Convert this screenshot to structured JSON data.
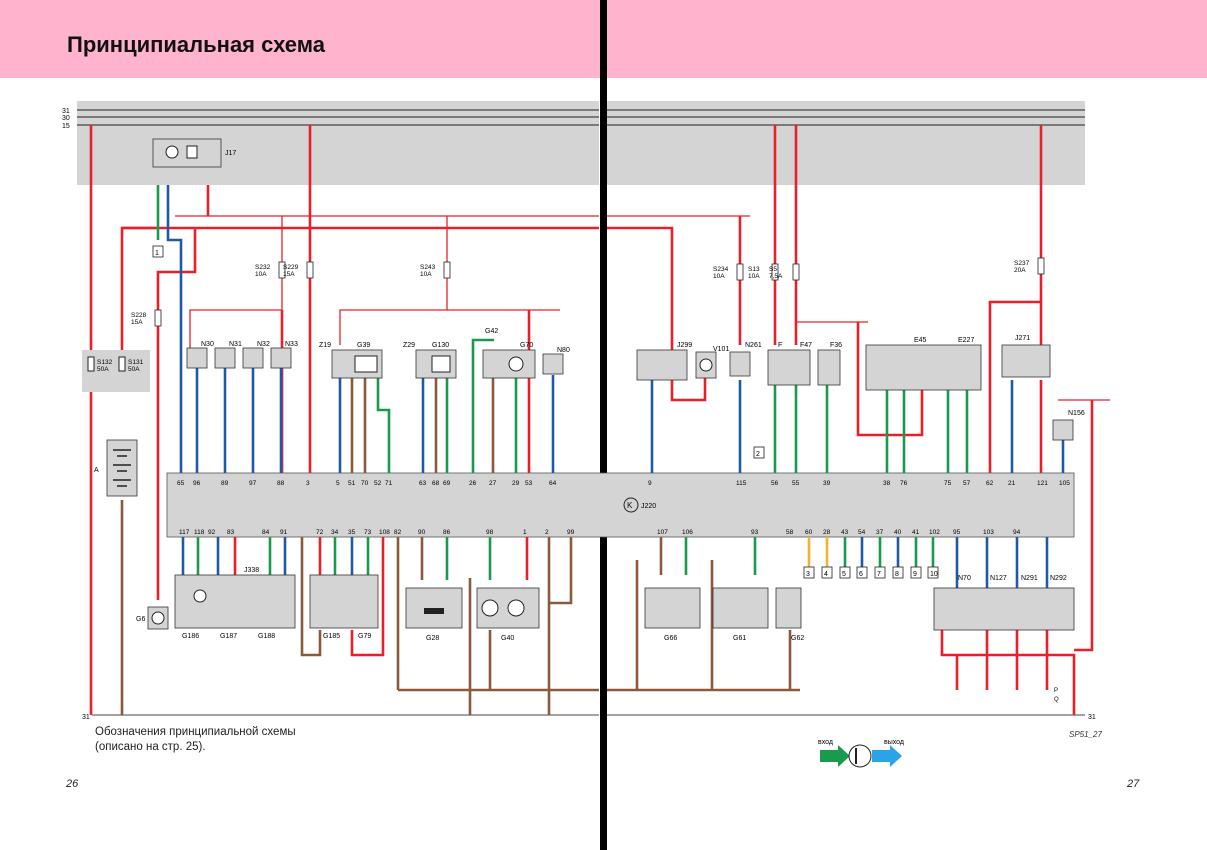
{
  "heading": "Принципиальная схема",
  "caption": "Обозначения принципиальной схемы\n(описано на стр. 25).",
  "page_left": "26",
  "page_right": "27",
  "ref_code": "SP51_27",
  "legend": {
    "in": "вход",
    "out": "выход"
  },
  "bus_labels": [
    "31",
    "30",
    "15"
  ],
  "ground_label": "31",
  "colors": {
    "red": "#e8202a",
    "blue": "#1f5aa6",
    "green": "#199a4c",
    "brown": "#8a5a3b",
    "yellow": "#f2b233",
    "pink": "#ffb3cc",
    "grey": "#d4d4d4"
  },
  "ecu": {
    "name": "J220",
    "top_pins": [
      "65",
      "96",
      "89",
      "97",
      "88",
      "3",
      "5",
      "51",
      "70",
      "52",
      "71",
      "63",
      "68",
      "69",
      "26",
      "27",
      "29",
      "53",
      "64",
      "9",
      "115",
      "56",
      "55",
      "39",
      "38",
      "76",
      "75",
      "57",
      "62",
      "21",
      "121",
      "105"
    ],
    "bottom_pins": [
      "117",
      "118",
      "92",
      "83",
      "84",
      "91",
      "72",
      "34",
      "35",
      "73",
      "108",
      "82",
      "90",
      "86",
      "98",
      "1",
      "2",
      "99",
      "107",
      "106",
      "93",
      "58",
      "60",
      "28",
      "43",
      "54",
      "37",
      "40",
      "41",
      "102",
      "95",
      "103",
      "94"
    ]
  },
  "fuses": [
    {
      "name": "S232",
      "rating": "10A"
    },
    {
      "name": "S229",
      "rating": "15A"
    },
    {
      "name": "S243",
      "rating": "10A"
    },
    {
      "name": "S228",
      "rating": "15A"
    },
    {
      "name": "S234",
      "rating": "10A"
    },
    {
      "name": "S13",
      "rating": "10A"
    },
    {
      "name": "S5",
      "rating": "7,5A"
    },
    {
      "name": "S237",
      "rating": "20A"
    }
  ],
  "main_fuses": [
    {
      "name": "S132",
      "rating": "50A"
    },
    {
      "name": "S131",
      "rating": "50A"
    }
  ],
  "components": {
    "relay_j17": "J17",
    "battery": "A",
    "starter": "G6",
    "injectors": [
      "N30",
      "N31",
      "N32",
      "N33"
    ],
    "lambda1": [
      "Z19",
      "G39"
    ],
    "lambda2": [
      "Z29",
      "G130"
    ],
    "g42": "G42",
    "g70": "G70",
    "n80": "N80",
    "j299": "J299",
    "v101": "V101",
    "n261": "N261",
    "f": "F",
    "f47": "F47",
    "f36": "F36",
    "e45": "E45",
    "e227": "E227",
    "j271": "J271",
    "n156": "N156",
    "throttle": [
      "J338",
      "G186",
      "G187",
      "G188"
    ],
    "pedal": [
      "G185",
      "G79"
    ],
    "g28": "G28",
    "g40": "G40",
    "g66": "G66",
    "g61": "G61",
    "g62": "G62",
    "coils": [
      "N70",
      "N127",
      "N291",
      "N292"
    ],
    "coil_letters": [
      "P",
      "Q"
    ]
  },
  "connectors_boxed": [
    "1",
    "2",
    "3",
    "4",
    "5",
    "6",
    "7",
    "8",
    "9",
    "10"
  ]
}
